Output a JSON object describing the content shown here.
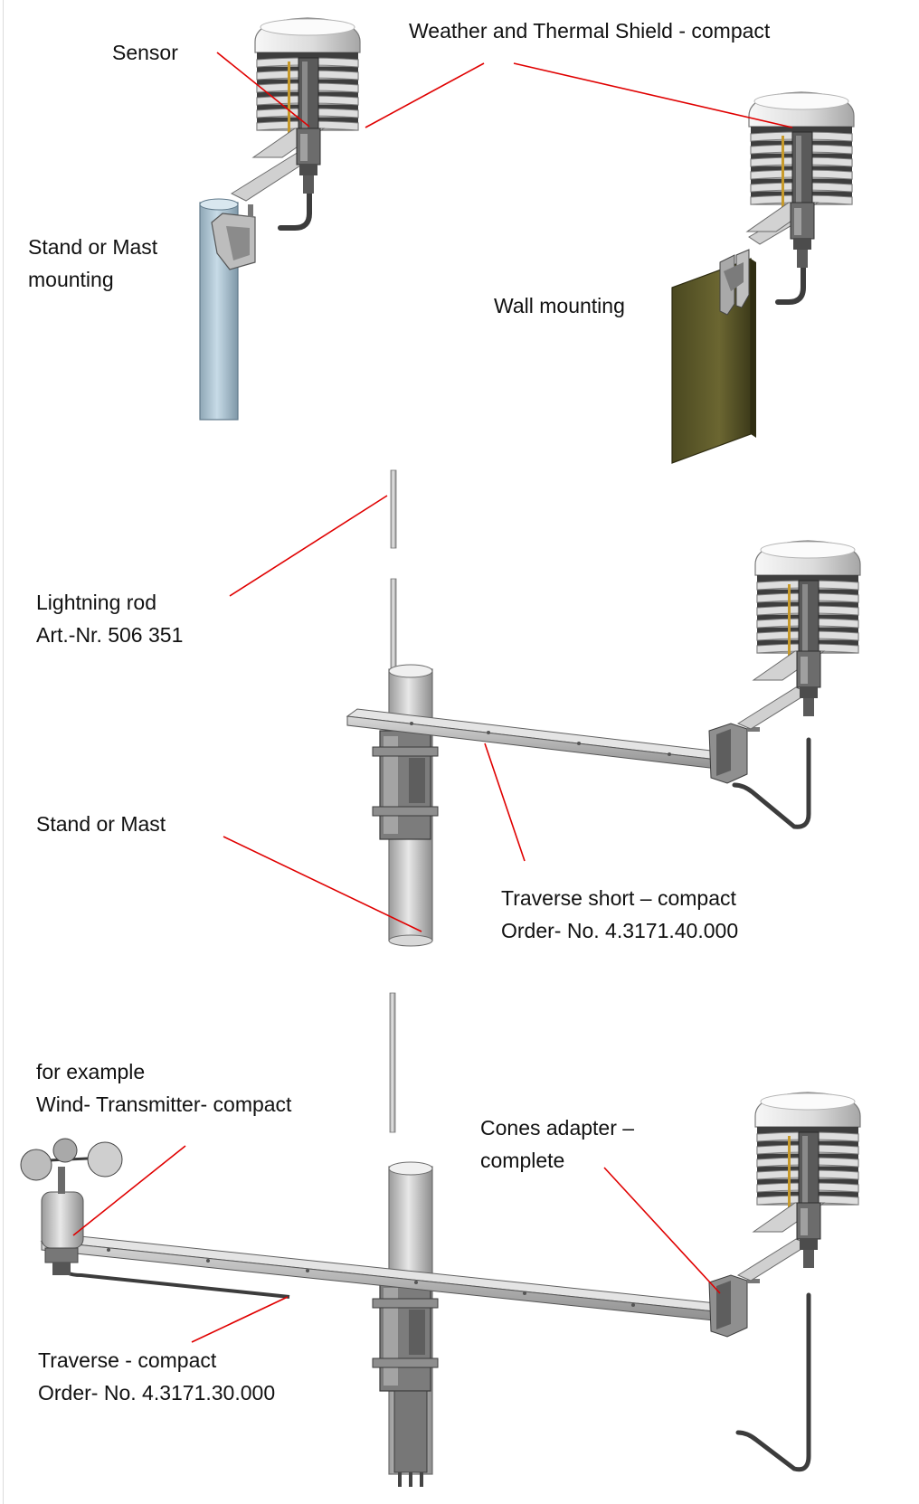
{
  "labels": {
    "sensor": "Sensor",
    "shield": "Weather and Thermal Shield - compact",
    "stand_mast_mounting": [
      "Stand or Mast",
      "mounting"
    ],
    "wall_mounting": "Wall mounting",
    "lightning_rod": [
      "Lightning rod",
      "Art.-Nr. 506 351"
    ],
    "stand_or_mast": "Stand or Mast",
    "traverse_short": [
      "Traverse short – compact",
      "Order- No. 4.3171.40.000"
    ],
    "wind_transmitter": [
      "for example",
      "Wind- Transmitter- compact"
    ],
    "cones_adapter": [
      "Cones adapter –",
      "complete"
    ],
    "traverse": [
      "Traverse  - compact",
      "Order- No. 4.3171.30.000"
    ]
  },
  "colors": {
    "leader_line": "#e00000",
    "shield": "#e6e6e6",
    "shield_edge": "#7a7a7a",
    "mast_blue": "#a9c6d9",
    "wall_panel": "#5d5a2a",
    "metal": "#c4c4c4",
    "dark_metal": "#6b6b6b"
  }
}
